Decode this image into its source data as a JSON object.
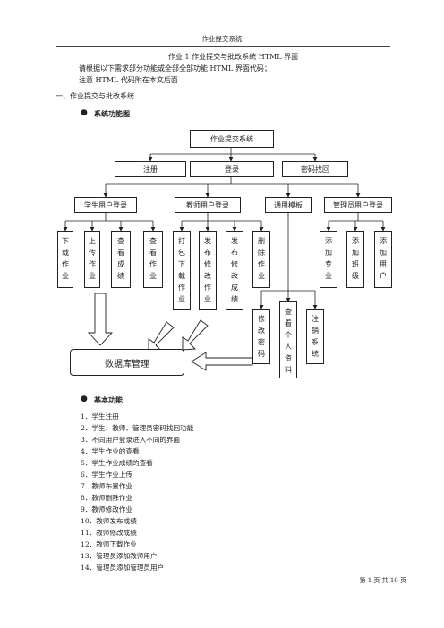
{
  "header": {
    "title": "作业提交系统"
  },
  "intro": {
    "line1": "作业 1 作业提交与批改系统 HTML 界面",
    "line2": "请根据以下需求部分功能或全部全部功能 HTML 界面代码；",
    "line3": "注意 HTML 代码附在本文后面"
  },
  "section1": {
    "title": "一、作业提交与批改系统"
  },
  "bullet1": {
    "title": "系统功能图"
  },
  "diagram": {
    "root": "作业提交系统",
    "level1": [
      "注册",
      "登录",
      "密码找回"
    ],
    "level2": [
      "学生用户登录",
      "教师用户登录",
      "通用模板",
      "管理员用户登录"
    ],
    "student": [
      "下载作业",
      "上传作业",
      "查看成绩",
      "查看作业"
    ],
    "teacher": [
      "打包下载作业",
      "发布修改作业",
      "发布修改成绩",
      "删除作业"
    ],
    "admin": [
      "添加专业",
      "添加班级",
      "添加用户"
    ],
    "common": [
      "修改密码",
      "查看个人资料",
      "注销系统"
    ],
    "db": "数据库管理"
  },
  "bullet2": {
    "title": "基本功能"
  },
  "features": [
    "1．学生注册",
    "2．学生、教师、管理员密码找回功能",
    "3．不同用户登录进入不同的界面",
    "4．学生作业的查看",
    "5．学生作业成绩的查看",
    "6．学生作业上传",
    "7．教师布置作业",
    "8．教师删除作业",
    "9．教师修改作业",
    "10．教师发布成绩",
    "11．教师修改成绩",
    "12．教师下载作业",
    "13．管理员添加教师用户",
    "14．管理员添加管理员用户"
  ],
  "footer": {
    "page": "第 1 页 共 10 页"
  }
}
